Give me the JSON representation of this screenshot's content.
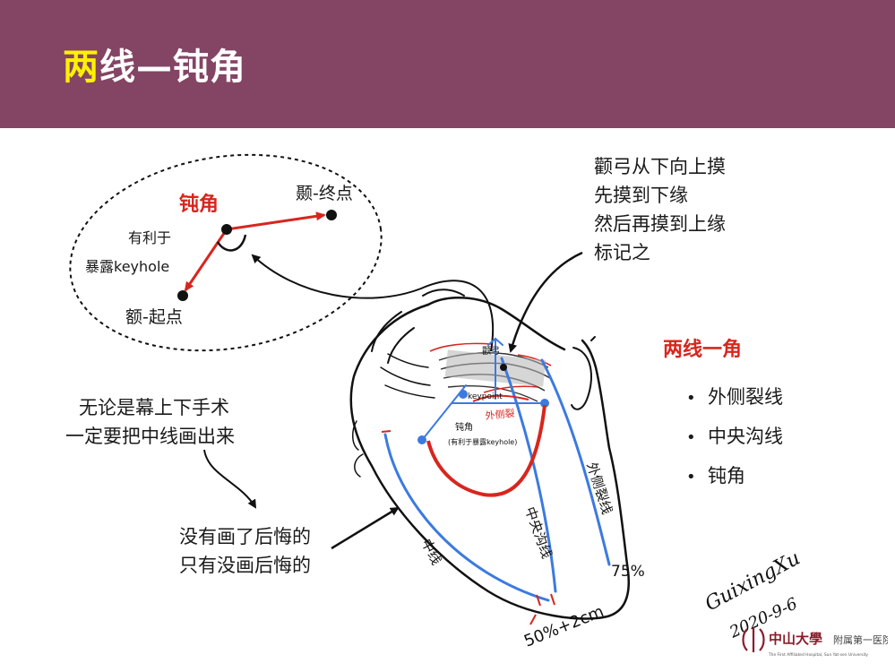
{
  "slide": {
    "title_highlight": "两",
    "title_rest": "线—钝角"
  },
  "inset": {
    "obtuse_angle_label": "钝角",
    "end_point_label": "颞-终点",
    "benefit_line1": "有利于",
    "benefit_line2": "暴露keyhole",
    "start_point_label": "额-起点"
  },
  "notes": {
    "zygoma": [
      "颧弓从下向上摸",
      "先摸到下缘",
      "然后再摸到上缘",
      "标记之"
    ],
    "midline": [
      "无论是幕上下手术",
      "一定要把中线画出来"
    ],
    "regret": [
      "没有画了后悔的",
      "只有没画后悔的"
    ]
  },
  "legend": {
    "heading": "两线一角",
    "items": [
      "外侧裂线",
      "中央沟线",
      "钝角"
    ]
  },
  "drawing_labels": {
    "midline": "中线",
    "central_sulcus_line": "中央沟线",
    "lateral_fissure_line": "外侧裂线",
    "pct_75": "75%",
    "pct_50": "50%+2cm",
    "zygoma_hand": "颧弓",
    "keypoint": "keypoint",
    "lateral_fissure_hand": "外侧裂",
    "obtuse_hand": "钝角",
    "obtuse_hand_sub": "(有利于暴露keyhole)"
  },
  "signature": {
    "name": "GuixingXu",
    "date": "2020-9-6"
  },
  "logo": {
    "name": "中山大學",
    "dept": "附属第一医院",
    "english": "The First Affiliated Hospital, Sun Yat-sen University"
  },
  "colors": {
    "header_bg": "#844464",
    "highlight": "#fff200",
    "red": "#d7261e",
    "blue": "#3c7ae0"
  }
}
